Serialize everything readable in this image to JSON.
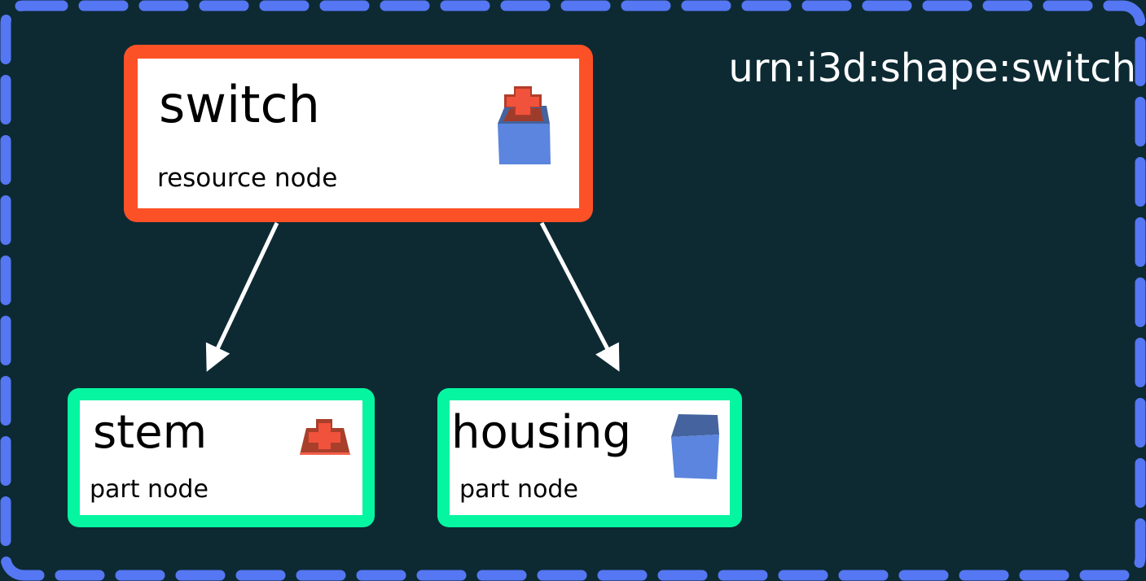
{
  "header": {
    "title": "urn:i3d:shape:switch"
  },
  "nodes": [
    {
      "id": "switch",
      "label": "switch",
      "type_label": "resource node",
      "kind": "resource",
      "icon": "switch-3d-icon"
    },
    {
      "id": "stem",
      "label": "stem",
      "type_label": "part node",
      "kind": "part",
      "icon": "stem-3d-icon"
    },
    {
      "id": "housing",
      "label": "housing",
      "type_label": "part node",
      "kind": "part",
      "icon": "housing-3d-icon"
    }
  ],
  "edges": [
    {
      "from": "switch",
      "to": "stem"
    },
    {
      "from": "switch",
      "to": "housing"
    }
  ],
  "colors": {
    "background": "#0d2a33",
    "canvas_border": "#5577f3",
    "resource_node_border": "#fc5126",
    "part_node_border": "#06f5a1",
    "node_background": "#ffffff",
    "node_text": "#000000",
    "title_text": "#ffffff",
    "arrow": "#ffffff",
    "icon_blue_front": "#5b85de",
    "icon_blue_top": "#44639f",
    "icon_red_bright": "#f1523c",
    "icon_red_dark": "#a83f2b"
  }
}
